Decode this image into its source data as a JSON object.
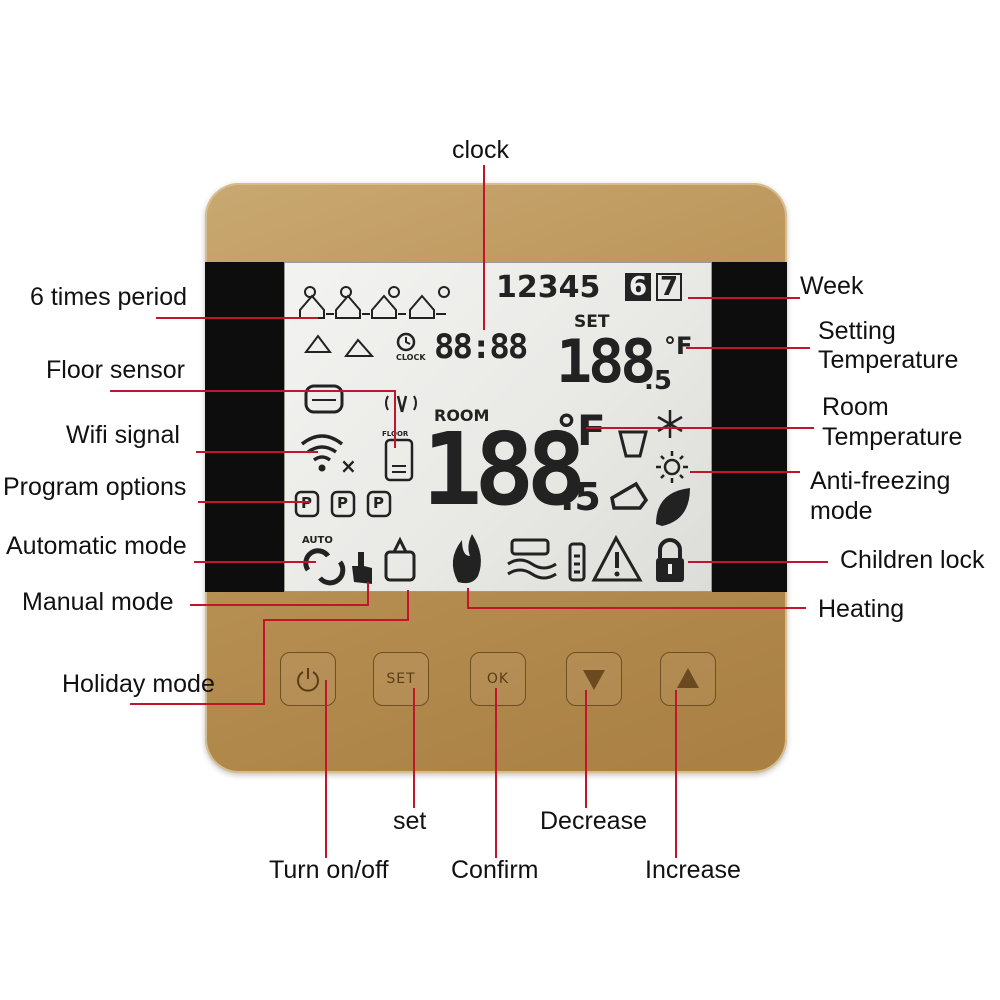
{
  "labels": {
    "clock": "clock",
    "six_times_period": "6 times period",
    "floor_sensor": "Floor sensor",
    "wifi_signal": "Wifi signal",
    "program_options": "Program options",
    "automatic_mode": "Automatic mode",
    "manual_mode": "Manual mode",
    "holiday_mode": "Holiday mode",
    "week": "Week",
    "setting_temperature_1": "Setting",
    "setting_temperature_2": "Temperature",
    "room_temperature_1": "Room",
    "room_temperature_2": "Temperature",
    "anti_freezing_1": "Anti-freezing",
    "anti_freezing_2": "mode",
    "children_lock": "Children lock",
    "heating": "Heating",
    "set": "set",
    "decrease": "Decrease",
    "turn_on_off": "Turn on/off",
    "confirm": "Confirm",
    "increase": "Increase"
  },
  "display": {
    "week_digits": "12345",
    "week_box_6": "6",
    "week_box_7": "7",
    "clock_digits": "88:88",
    "clock_text": "CLOCK",
    "set_text": "SET",
    "set_temp": "188",
    "set_temp_decimal": ".5",
    "set_unit": "°F",
    "room_text": "ROOM",
    "room_temp": "188",
    "room_temp_decimal": ".5",
    "room_unit": "°F",
    "auto_text": "AUTO",
    "floor_text": "FLOOR",
    "program_p1": "P",
    "program_p2": "P",
    "program_p3": "P",
    "wifi_x": "×"
  },
  "buttons": {
    "set_label": "SET",
    "ok_label": "OK"
  },
  "colors": {
    "leader": "#c0152a",
    "panel": "#b89155",
    "lcd": "#ececea"
  }
}
